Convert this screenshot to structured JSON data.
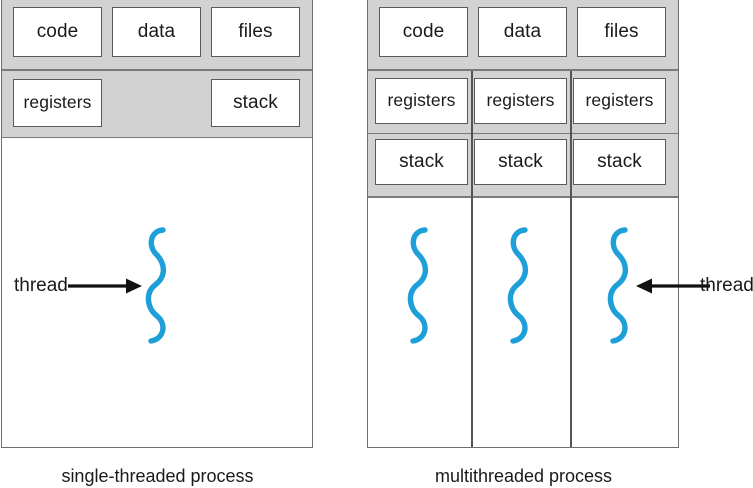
{
  "figure": {
    "kind": "concept-diagram",
    "theme": {
      "header_gray": "#d2d2d2",
      "outline_gray": "#6e6e6e",
      "cell_border": "#5a5a5a",
      "divider_gray": "#7a7a7a",
      "thread_blue": "#1e9fd8",
      "arrow_black": "#111111",
      "page_background": "#ffffff"
    }
  },
  "single_threaded": {
    "caption": "single-threaded process",
    "shared_row": {
      "cells": [
        {
          "label": "code"
        },
        {
          "label": "data"
        },
        {
          "label": "files"
        }
      ]
    },
    "thread_row": {
      "cells": [
        {
          "label": "registers"
        },
        {
          "label": "stack"
        }
      ]
    },
    "threads": [
      {
        "name": "thread-squiggle"
      }
    ],
    "annotation": {
      "label": "thread",
      "arrow_direction": "right"
    }
  },
  "multithreaded": {
    "caption": "multithreaded process",
    "shared_row": {
      "cells": [
        {
          "label": "code"
        },
        {
          "label": "data"
        },
        {
          "label": "files"
        }
      ]
    },
    "registers_row": {
      "cells": [
        {
          "label": "registers"
        },
        {
          "label": "registers"
        },
        {
          "label": "registers"
        }
      ]
    },
    "stack_row": {
      "cells": [
        {
          "label": "stack"
        },
        {
          "label": "stack"
        },
        {
          "label": "stack"
        }
      ]
    },
    "threads": [
      {
        "name": "thread-squiggle"
      },
      {
        "name": "thread-squiggle"
      },
      {
        "name": "thread-squiggle"
      }
    ],
    "annotation": {
      "label": "thread",
      "arrow_direction": "left"
    }
  }
}
